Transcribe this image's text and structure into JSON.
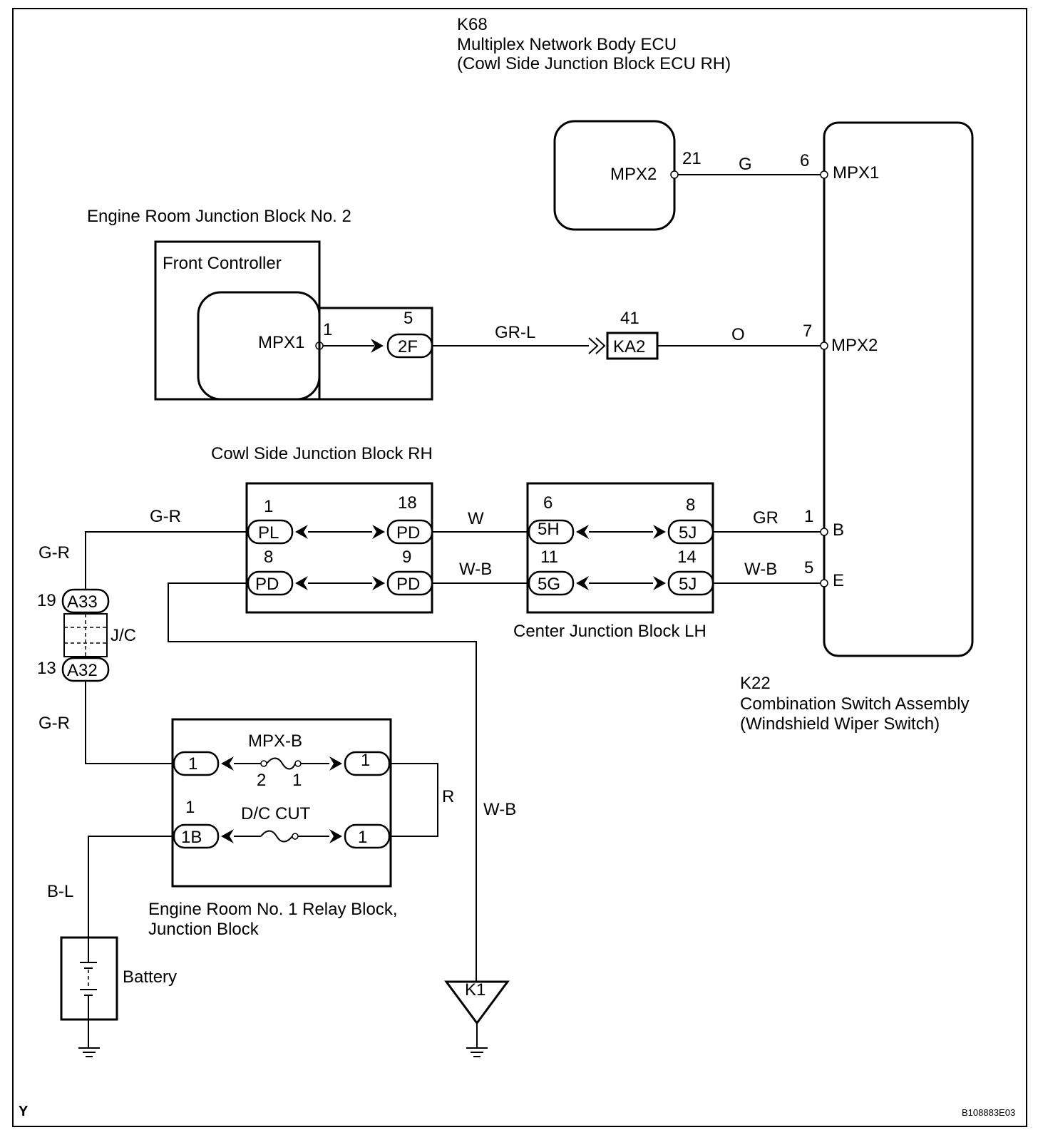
{
  "components": {
    "k68": {
      "code": "K68",
      "name": "Multiplex Network Body ECU",
      "sub": "(Cowl Side Junction Block ECU RH)",
      "pin_label": "MPX2",
      "pin_no": "21"
    },
    "er_jb2": {
      "title": "Engine Room Junction Block No. 2",
      "controller": "Front Controller",
      "pin_label": "MPX1",
      "pin_no": "1",
      "conn_no": "5",
      "conn_id": "2F"
    },
    "ka2": {
      "id": "KA2",
      "no": "41"
    },
    "cowl_jb": {
      "title": "Cowl Side Junction Block RH",
      "pl_no": "1",
      "pl_id": "PL",
      "pd18_no": "18",
      "pd18_id": "PD",
      "pd8_no": "8",
      "pd8_id": "PD",
      "pd9_no": "9",
      "pd9_id": "PD"
    },
    "center_jb": {
      "title": "Center Junction Block LH",
      "c5h_no": "6",
      "c5h_id": "5H",
      "c5j8_no": "8",
      "c5j8_id": "5J",
      "c5g_no": "11",
      "c5g_id": "5G",
      "c5j14_no": "14",
      "c5j14_id": "5J"
    },
    "k22": {
      "code": "K22",
      "name": "Combination Switch Assembly",
      "sub": "(Windshield Wiper Switch)",
      "p6_no": "6",
      "p6_label": "MPX1",
      "p7_no": "7",
      "p7_label": "MPX2",
      "p1_no": "1",
      "p1_label": "B",
      "p5_no": "5",
      "p5_label": "E"
    },
    "jc": {
      "label": "J/C",
      "a33_no": "19",
      "a33_id": "A33",
      "a32_no": "13",
      "a32_id": "A32"
    },
    "relay_block": {
      "title_line1": "Engine Room No. 1 Relay Block,",
      "title_line2": "Junction Block",
      "mpxb": "MPX-B",
      "mpxb_pin2": "2",
      "mpxb_pin1": "1",
      "dc_cut": "D/C CUT",
      "c1_left": "1",
      "c1_right": "1",
      "c1b_no": "1",
      "c1b_id": "1B",
      "c1_right2": "1"
    },
    "battery": {
      "label": "Battery"
    },
    "ground": {
      "id": "K1"
    }
  },
  "wires": {
    "g": "G",
    "gr_l": "GR-L",
    "o": "O",
    "g_r_top": "G-R",
    "g_r_left": "G-R",
    "g_r_low": "G-R",
    "w": "W",
    "w_b_mid": "W-B",
    "gr": "GR",
    "w_b_right": "W-B",
    "r": "R",
    "w_b_down": "W-B",
    "b_l": "B-L"
  },
  "footer": {
    "left": "Y",
    "right": "B108883E03"
  }
}
